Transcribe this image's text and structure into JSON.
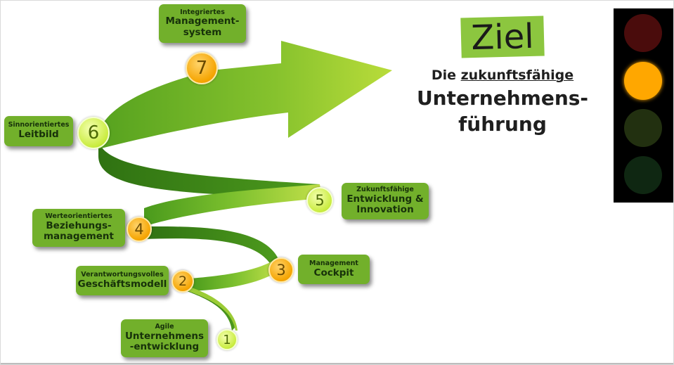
{
  "goal": {
    "title": "Ziel",
    "line1_prefix": "Die ",
    "line1_underlined": "zukunftsfähige",
    "line2": "Unternehmens-",
    "line3": "führung"
  },
  "steps": [
    {
      "number": "1",
      "small": "Agile",
      "big_lines": [
        "Unternehmens",
        "-entwicklung"
      ],
      "marker": "green"
    },
    {
      "number": "2",
      "small": "Verantwortungsvolles",
      "big_lines": [
        "Geschäftsmodell"
      ],
      "marker": "orange"
    },
    {
      "number": "3",
      "small": "Management",
      "big_lines": [
        "Cockpit"
      ],
      "marker": "orange"
    },
    {
      "number": "4",
      "small": "Werteorientiertes",
      "big_lines": [
        "Beziehungs-",
        "management"
      ],
      "marker": "orange"
    },
    {
      "number": "5",
      "small": "Zukunftsfähige",
      "big_lines": [
        "Entwicklung &",
        "Innovation"
      ],
      "marker": "green"
    },
    {
      "number": "6",
      "small": "Sinnorientiertes",
      "big_lines": [
        "Leitbild"
      ],
      "marker": "green"
    },
    {
      "number": "7",
      "small": "Integriertes",
      "big_lines": [
        "Management-",
        "system"
      ],
      "marker": "orange"
    }
  ],
  "traffic_light": {
    "colors": [
      "#4a0c0c",
      "#ffa700",
      "#223010",
      "#0f2712"
    ],
    "active": "yellow"
  },
  "colors": {
    "box_green": "#72b02b",
    "ziel_green": "#8cc63f",
    "marker_orange": "#f5a400",
    "marker_green": "#c9ec3f"
  }
}
